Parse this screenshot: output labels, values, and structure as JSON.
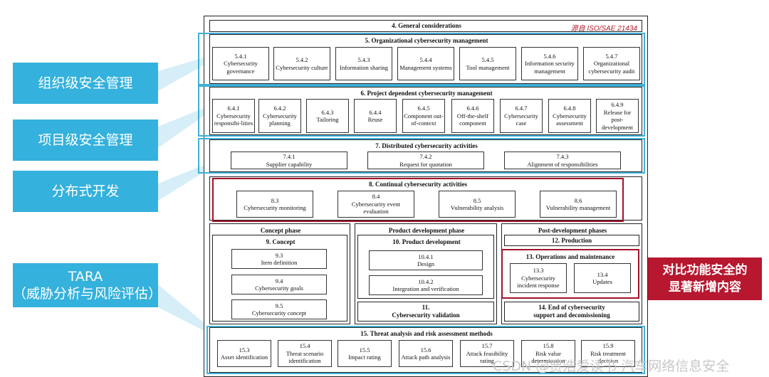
{
  "general": {
    "title": "4. General considerations",
    "source": "源自 ISO/SAE 21434"
  },
  "org": {
    "title": "5. Organizational cybersecurity management",
    "items": [
      {
        "id": "5.4.1",
        "label": "Cybersecurity governance"
      },
      {
        "id": "5.4.2",
        "label": "Cybersecurity culture"
      },
      {
        "id": "5.4.3",
        "label": "Information sharing"
      },
      {
        "id": "5.4.4",
        "label": "Management systems"
      },
      {
        "id": "5.4.5",
        "label": "Tool management"
      },
      {
        "id": "5.4.6",
        "label": "Information security management"
      },
      {
        "id": "5.4.7",
        "label": "Organizational cybersecurity audit"
      }
    ]
  },
  "project": {
    "title": "6. Project dependent cybersecurity management",
    "items": [
      {
        "id": "6.4.1",
        "label": "Cybersecurity responsibi-lities"
      },
      {
        "id": "6.4.2",
        "label": "Cybersecurity planning"
      },
      {
        "id": "6.4.3",
        "label": "Tailoring"
      },
      {
        "id": "6.4.4",
        "label": "Reuse"
      },
      {
        "id": "6.4.5",
        "label": "Component out-of-context"
      },
      {
        "id": "6.4.6",
        "label": "Off-the-shelf component"
      },
      {
        "id": "6.4.7",
        "label": "Cybersecurity case"
      },
      {
        "id": "6.4.8",
        "label": "Cybersecurity assessment"
      },
      {
        "id": "6.4.9",
        "label": "Release for post-development"
      }
    ]
  },
  "distributed": {
    "title": "7. Distributed cybersecurity activities",
    "items": [
      {
        "id": "7.4.1",
        "label": "Supplier capability"
      },
      {
        "id": "7.4.2",
        "label": "Request for quotation"
      },
      {
        "id": "7.4.3",
        "label": "Alignment of responsibilities"
      }
    ]
  },
  "continual": {
    "title": "8. Continual cybersecurity activities",
    "items": [
      {
        "id": "8.3",
        "label": "Cybersecurity monitoring"
      },
      {
        "id": "8.4",
        "label": "Cybersecurity event evaluation"
      },
      {
        "id": "8.5",
        "label": "Vulnerability analysis"
      },
      {
        "id": "8.6",
        "label": "Vulnerability management"
      }
    ]
  },
  "concept": {
    "phase": "Concept phase",
    "title": "9. Concept",
    "items": [
      {
        "id": "9.3",
        "label": "Item definition"
      },
      {
        "id": "9.4",
        "label": "Cybersecurity goals"
      },
      {
        "id": "9.5",
        "label": "Cybersecurity concept"
      }
    ]
  },
  "product": {
    "phase": "Product development phase",
    "title": "10. Product development",
    "items": [
      {
        "id": "10.4.1",
        "label": "Design"
      },
      {
        "id": "10.4.2",
        "label": "Integration and verification"
      }
    ],
    "validation": {
      "id": "11.",
      "label": "Cybersecurity validation"
    }
  },
  "post": {
    "phase": "Post-development phases",
    "production": "12. Production",
    "ops_title": "13. Operations and maintenance",
    "items": [
      {
        "id": "13.3",
        "label": "Cybersecurity incident response"
      },
      {
        "id": "13.4",
        "label": "Updates"
      }
    ],
    "end": {
      "id": "14. End of cybersecurity",
      "label": "support and decomissioning"
    }
  },
  "tara": {
    "title": "15. Threat analysis and risk assessment methods",
    "items": [
      {
        "id": "15.3",
        "label": "Asset identification"
      },
      {
        "id": "15.4",
        "label": "Threat scenario identification"
      },
      {
        "id": "15.5",
        "label": "Impact rating"
      },
      {
        "id": "15.6",
        "label": "Attack path analysis"
      },
      {
        "id": "15.7",
        "label": "Attack feasibility rating"
      },
      {
        "id": "15.8",
        "label": "Risk value determination"
      },
      {
        "id": "15.9",
        "label": "Risk treatment decision"
      }
    ]
  },
  "callouts": {
    "org": "组织级安全管理",
    "project": "项目级安全管理",
    "distributed": "分布式开发",
    "tara_line1": "TARA",
    "tara_line2": "（威胁分析与风险评估）",
    "new_line1": "对比功能安全的",
    "new_line2": "显著新增内容"
  },
  "watermark": "CSDN @贾浩爱读书 汽车网络信息安全",
  "colors": {
    "blue": "#34b1dc",
    "red": "#b7172f"
  }
}
